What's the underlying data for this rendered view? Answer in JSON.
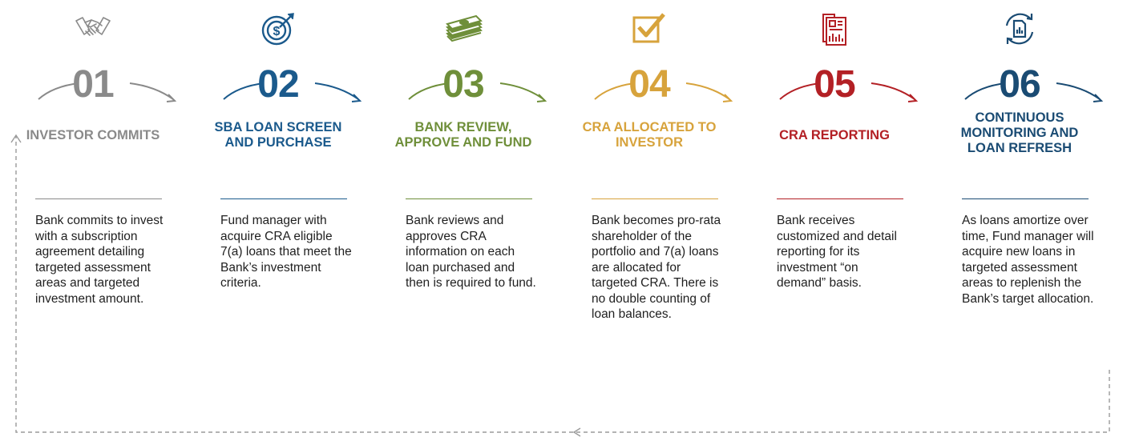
{
  "colors": {
    "step1": "#8a8a8a",
    "step2": "#1b5a8c",
    "step3": "#6f8f3a",
    "step4": "#d7a33c",
    "step5": "#b32025",
    "step6": "#1a4b73",
    "loop": "#9a9a9a",
    "text": "#1f1f1f"
  },
  "steps": [
    {
      "icon": "handshake-icon",
      "number": "01",
      "title": "INVESTOR COMMITS",
      "body": "Bank commits to invest with a subscription agreement detailing targeted assessment areas and targeted investment amount."
    },
    {
      "icon": "dollar-target-icon",
      "number": "02",
      "title": "SBA LOAN SCREEN AND PURCHASE",
      "body": "Fund manager with acquire CRA eligible 7(a) loans that meet the Bank’s investment criteria."
    },
    {
      "icon": "money-stack-icon",
      "number": "03",
      "title": "BANK REVIEW, APPROVE AND FUND",
      "body": "Bank reviews and approves CRA information on each loan purchased and then is required to fund."
    },
    {
      "icon": "checkbox-icon",
      "number": "04",
      "title": "CRA ALLOCATED TO INVESTOR",
      "body": "Bank becomes pro-rata shareholder of the portfolio and 7(a) loans are allocated for targeted CRA. There is no double counting of loan balances."
    },
    {
      "icon": "report-icon",
      "number": "05",
      "title": "CRA REPORTING",
      "body": "Bank receives customized and detail reporting for its investment “on demand” basis."
    },
    {
      "icon": "refresh-report-icon",
      "number": "06",
      "title": "CONTINUOUS MONITORING AND LOAN REFRESH",
      "body": "As loans amortize over time, Fund manager will acquire new loans in targeted assessment areas to replenish the Bank’s target allocation."
    }
  ]
}
